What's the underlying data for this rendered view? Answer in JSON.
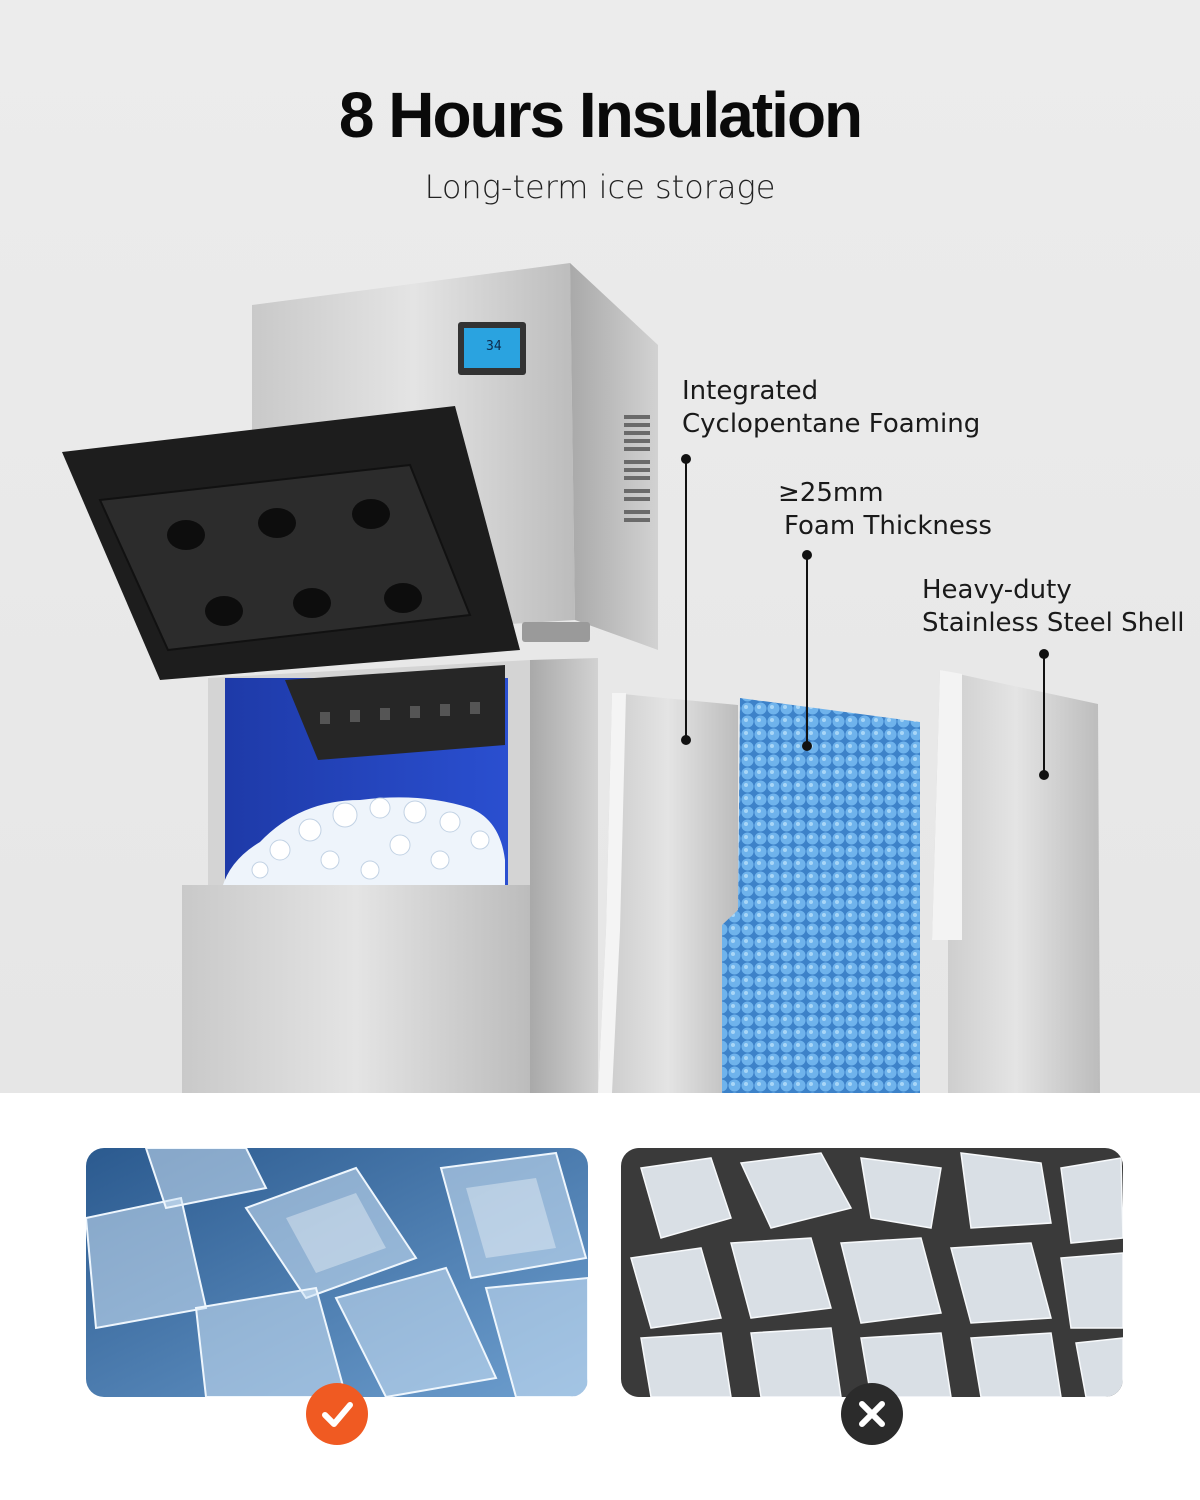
{
  "header": {
    "title": "8 Hours Insulation",
    "subtitle": "Long-term ice storage"
  },
  "callouts": [
    {
      "line1": "Integrated",
      "line2": "Cyclopentane Foaming"
    },
    {
      "line1": "≥25mm",
      "line2": "Foam Thickness"
    },
    {
      "line1": "Heavy-duty",
      "line2": "Stainless Steel Shell"
    }
  ],
  "display": {
    "reading": "34"
  },
  "comparison": {
    "good": {
      "icon": "check-icon",
      "color": "#f05a22"
    },
    "bad": {
      "icon": "x-icon",
      "color": "#2b2b2b"
    }
  }
}
